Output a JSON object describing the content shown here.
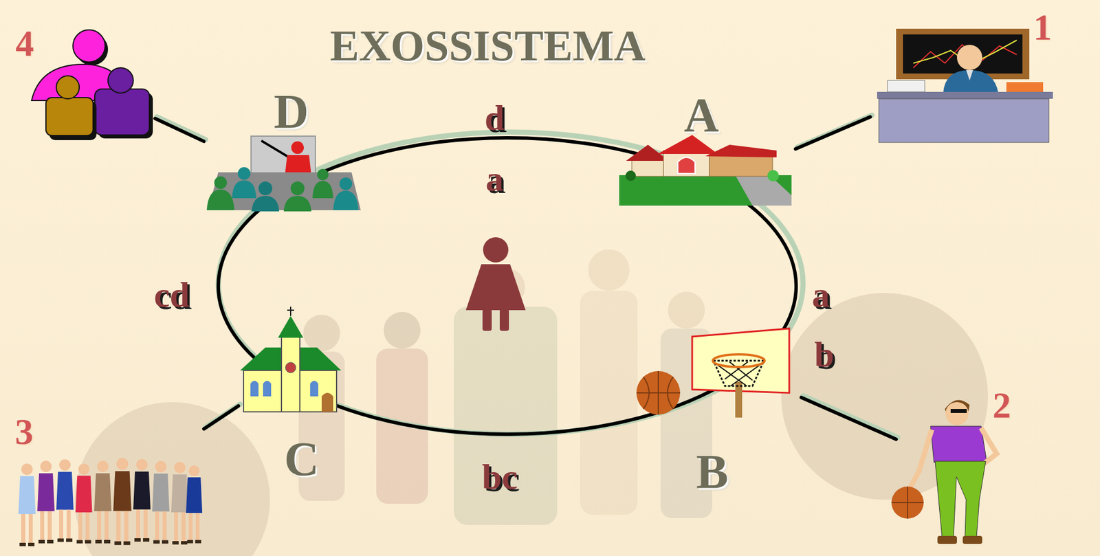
{
  "diagram": {
    "title": "EXOSSISTEMA",
    "nodes": [
      {
        "text": [
          "4"
        ]
      },
      {
        "text": [
          "D"
        ]
      },
      {
        "text": [
          "A"
        ]
      },
      {
        "text": [
          "1"
        ]
      },
      {
        "text": [
          "C"
        ]
      },
      {
        "text": [
          "B"
        ]
      },
      {
        "text": [
          "3"
        ]
      },
      {
        "text": [
          "2"
        ]
      }
    ],
    "edges": [
      {
        "from": 1,
        "to": 0,
        "arrow": "none"
      },
      {
        "from": 2,
        "to": 3,
        "arrow": "none"
      },
      {
        "from": 4,
        "to": 6,
        "arrow": "none"
      },
      {
        "from": 5,
        "to": 7,
        "arrow": "none"
      }
    ],
    "labels": [
      "d",
      "a",
      "a",
      "b",
      "bc",
      "cd"
    ]
  }
}
